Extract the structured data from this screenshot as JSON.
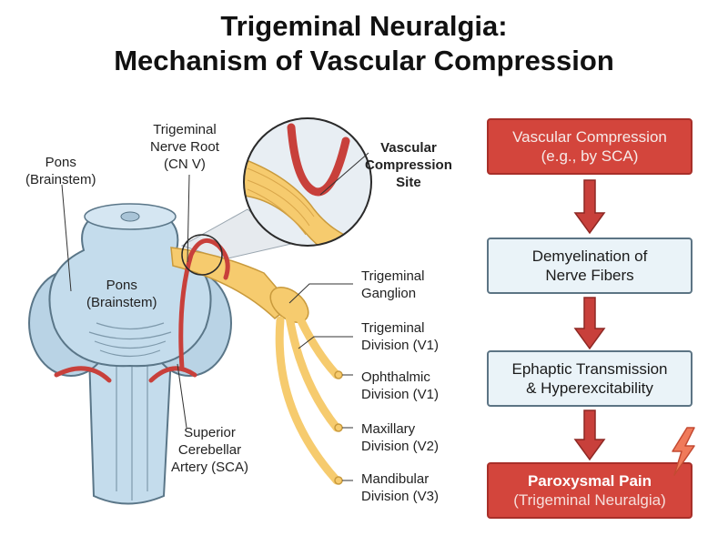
{
  "title": {
    "line1": "Trigeminal Neuralgia:",
    "line2": "Mechanism of Vascular Compression"
  },
  "labels": {
    "pons_outer": {
      "line1": "Pons",
      "line2": "(Brainstem)"
    },
    "pons_inner": {
      "line1": "Pons",
      "line2": "(Brainstem)"
    },
    "nerve_root": {
      "line1": "Trigeminal",
      "line2": "Nerve Root",
      "line3": "(CN V)"
    },
    "compression_site": {
      "line1": "Vascular",
      "line2": "Compression",
      "line3": "Site"
    },
    "ganglion": {
      "line1": "Trigeminal",
      "line2": "Ganglion"
    },
    "division_v1": {
      "line1": "Trigeminal",
      "line2": "Division (V1)"
    },
    "ophthalmic": {
      "line1": "Ophthalmic",
      "line2": "Division (V1)"
    },
    "maxillary": {
      "line1": "Maxillary",
      "line2": "Division (V2)"
    },
    "mandibular": {
      "line1": "Mandibular",
      "line2": "Division (V3)"
    },
    "sca": {
      "line1": "Superior",
      "line2": "Cerebellar",
      "line3": "Artery (SCA)"
    }
  },
  "flow": {
    "step1": {
      "line1": "Vascular Compression",
      "line2": "(e.g., by SCA)"
    },
    "step2": {
      "line1": "Demyelination of",
      "line2": "Nerve Fibers"
    },
    "step3": {
      "line1": "Ephaptic Transmission",
      "line2": "& Hyperexcitability"
    },
    "step4": {
      "line1": "Paroxysmal Pain",
      "line2": "(Trigeminal Neuralgia)"
    }
  },
  "colors": {
    "brainstem": "#c4dcec",
    "brainstem_outline": "#5a7688",
    "nerve": "#f6cb6e",
    "nerve_outline": "#c99a3c",
    "artery": "#c8403b",
    "flow_red": "#d3453c",
    "flow_light": "#eaf3f8",
    "arrow": "#c8403b",
    "lightning": "#f07a5a"
  },
  "icons": {
    "lightning": "lightning-bolt-icon",
    "flow_arrow": "down-arrow-icon"
  }
}
